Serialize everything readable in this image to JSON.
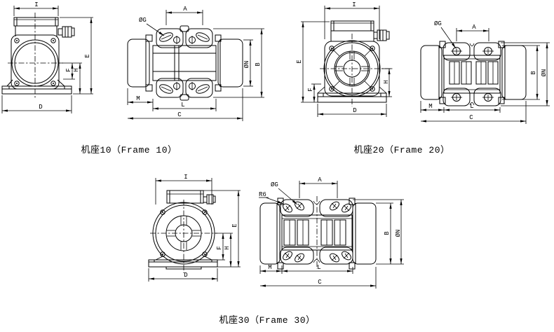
{
  "drawing": {
    "background_color": "#ffffff",
    "line_color": "#000000",
    "description": "Vibration motor frame outline drawings, three frame sizes, front and side views with dimension letters"
  },
  "figures": {
    "frame10": {
      "caption": "机座10（Frame 10）",
      "front_dims": {
        "I": "I",
        "E": "E",
        "F": "F",
        "H": "H",
        "D": "D"
      },
      "side_dims": {
        "G": "ØG",
        "A": "A",
        "N": "ØN",
        "B": "B",
        "M": "M",
        "L": "L",
        "C": "C"
      }
    },
    "frame20": {
      "caption": "机座20（Frame 20）",
      "front_dims": {
        "I": "I",
        "E": "E",
        "F": "F",
        "H": "H",
        "D": "D"
      },
      "side_dims": {
        "G": "ØG",
        "A": "A",
        "N": "ØN",
        "B": "B",
        "M": "M",
        "L": "L",
        "C": "C"
      }
    },
    "frame30": {
      "caption": "机座30（Frame 30）",
      "front_dims": {
        "I": "I",
        "E": "E",
        "F": "F",
        "H": "H",
        "D": "D"
      },
      "side_dims": {
        "G": "ØG",
        "R": "R6",
        "A": "A",
        "N": "ØN",
        "B": "B",
        "M": "M",
        "L": "L",
        "C": "C"
      }
    }
  }
}
